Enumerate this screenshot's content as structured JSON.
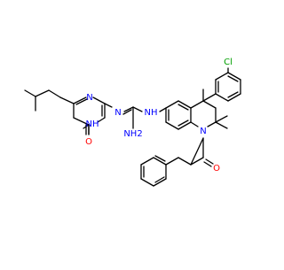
{
  "molecule": {
    "atom_labels": {
      "chlorine": "Cl",
      "amine_nh": "NH",
      "pyrimidine_nh": "NH",
      "imine_nh2": "NH2",
      "ring_n_top": "N",
      "imine_n": "N",
      "ring_n_quinoline": "N",
      "carbonyl_o_pyrimidinone": "O",
      "carbonyl_o_benzoyl": "O"
    },
    "colors": {
      "bond": "#000000",
      "nitrogen": "#0000ff",
      "oxygen": "#ff0000",
      "chlorine": "#00a000",
      "background": "#ffffff"
    }
  }
}
